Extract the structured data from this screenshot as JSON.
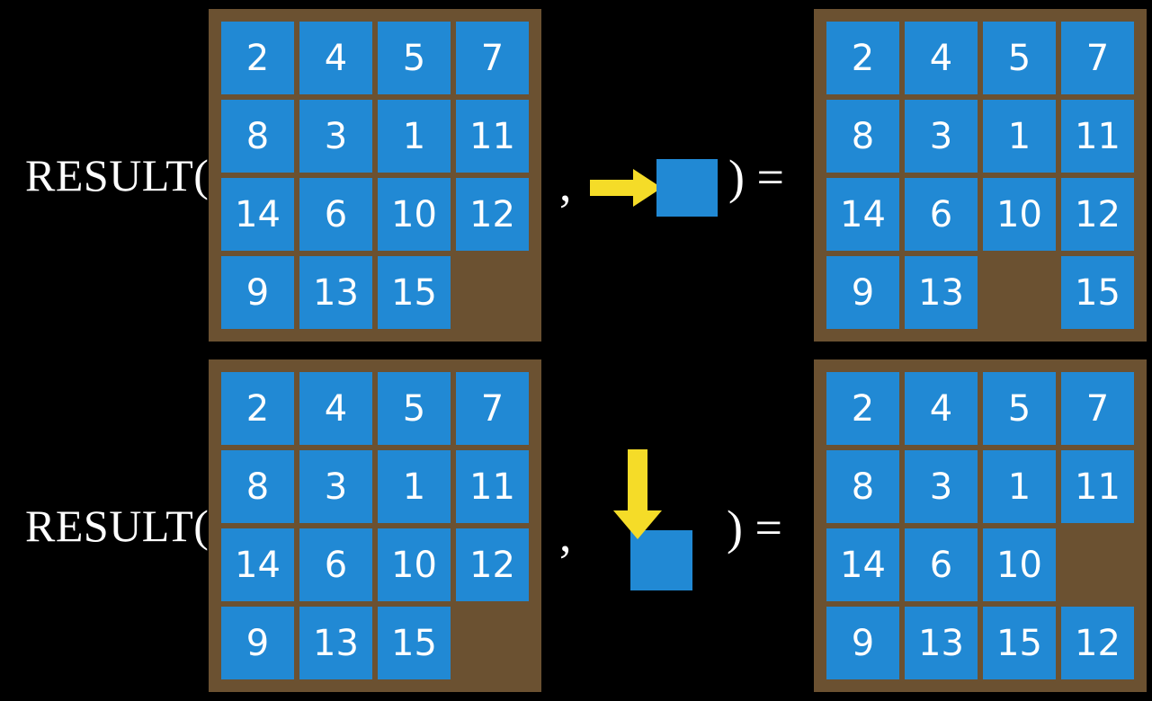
{
  "colors": {
    "background": "#000000",
    "board": "#6b5131",
    "tile": "#2189d4",
    "tile_text": "#ffffff",
    "arrow": "#f5dc28",
    "text": "#ffffff"
  },
  "rows": [
    {
      "id": "row-top",
      "label": "RESULT(",
      "comma": ",",
      "close_equals": ") =",
      "arrow_icon": "arrow-right-icon",
      "arrow_direction": "right",
      "input_board": {
        "name": "input-board-top",
        "tiles": [
          [
            "2",
            "4",
            "5",
            "7"
          ],
          [
            "8",
            "3",
            "1",
            "11"
          ],
          [
            "14",
            "6",
            "10",
            "12"
          ],
          [
            "9",
            "13",
            "15",
            ""
          ]
        ]
      },
      "output_board": {
        "name": "output-board-top",
        "tiles": [
          [
            "2",
            "4",
            "5",
            "7"
          ],
          [
            "8",
            "3",
            "1",
            "11"
          ],
          [
            "14",
            "6",
            "10",
            "12"
          ],
          [
            "9",
            "13",
            "",
            "15"
          ]
        ]
      }
    },
    {
      "id": "row-bottom",
      "label": "RESULT(",
      "comma": ",",
      "close_equals": ") =",
      "arrow_icon": "arrow-down-icon",
      "arrow_direction": "down",
      "input_board": {
        "name": "input-board-bottom",
        "tiles": [
          [
            "2",
            "4",
            "5",
            "7"
          ],
          [
            "8",
            "3",
            "1",
            "11"
          ],
          [
            "14",
            "6",
            "10",
            "12"
          ],
          [
            "9",
            "13",
            "15",
            ""
          ]
        ]
      },
      "output_board": {
        "name": "output-board-bottom",
        "tiles": [
          [
            "2",
            "4",
            "5",
            "7"
          ],
          [
            "8",
            "3",
            "1",
            "11"
          ],
          [
            "14",
            "6",
            "10",
            ""
          ],
          [
            "9",
            "13",
            "15",
            "12"
          ]
        ]
      }
    }
  ]
}
